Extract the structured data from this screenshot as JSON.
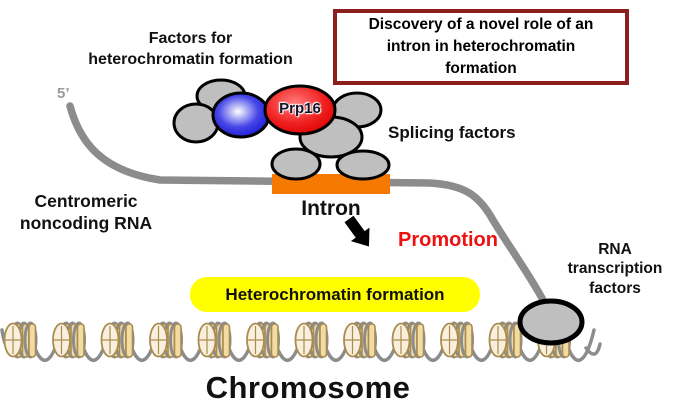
{
  "title_box": {
    "text": "Discovery of a novel role of an\nintron in heterochromatin\nformation"
  },
  "labels": {
    "factors": "Factors for\nheterochromatin formation",
    "five_prime": "5’",
    "prp16": "Prp16",
    "splicing": "Splicing factors",
    "centromeric": "Centromeric\nnoncoding RNA",
    "intron": "Intron",
    "promotion": "Promotion",
    "rna_transcription": "RNA\ntranscription\nfactors",
    "heterochromatin": "Heterochromatin formation",
    "chromosome": "Chromosome"
  },
  "colors": {
    "title_border": "#8B1F1F",
    "rna_line": "#8C8C8C",
    "intron_orange": "#F57900",
    "promotion_red": "#EE1111",
    "highlight_yellow": "#FFFF00",
    "protein_gray": "#BFBFBF",
    "prp16_red_center": "#FF7A7A",
    "prp16_red_edge": "#DC0000",
    "blue_factor_center": "#FFFFFF",
    "blue_factor_edge": "#1414CC",
    "outline_black": "#000000",
    "nucleosome_face": "#FAEFDC",
    "nucleosome_band": "#F2DCA4",
    "nucleosome_stroke": "#A98C51",
    "coil_gray": "#8C8C8C"
  },
  "chromosome_row": {
    "nucleosome_count": 12
  }
}
